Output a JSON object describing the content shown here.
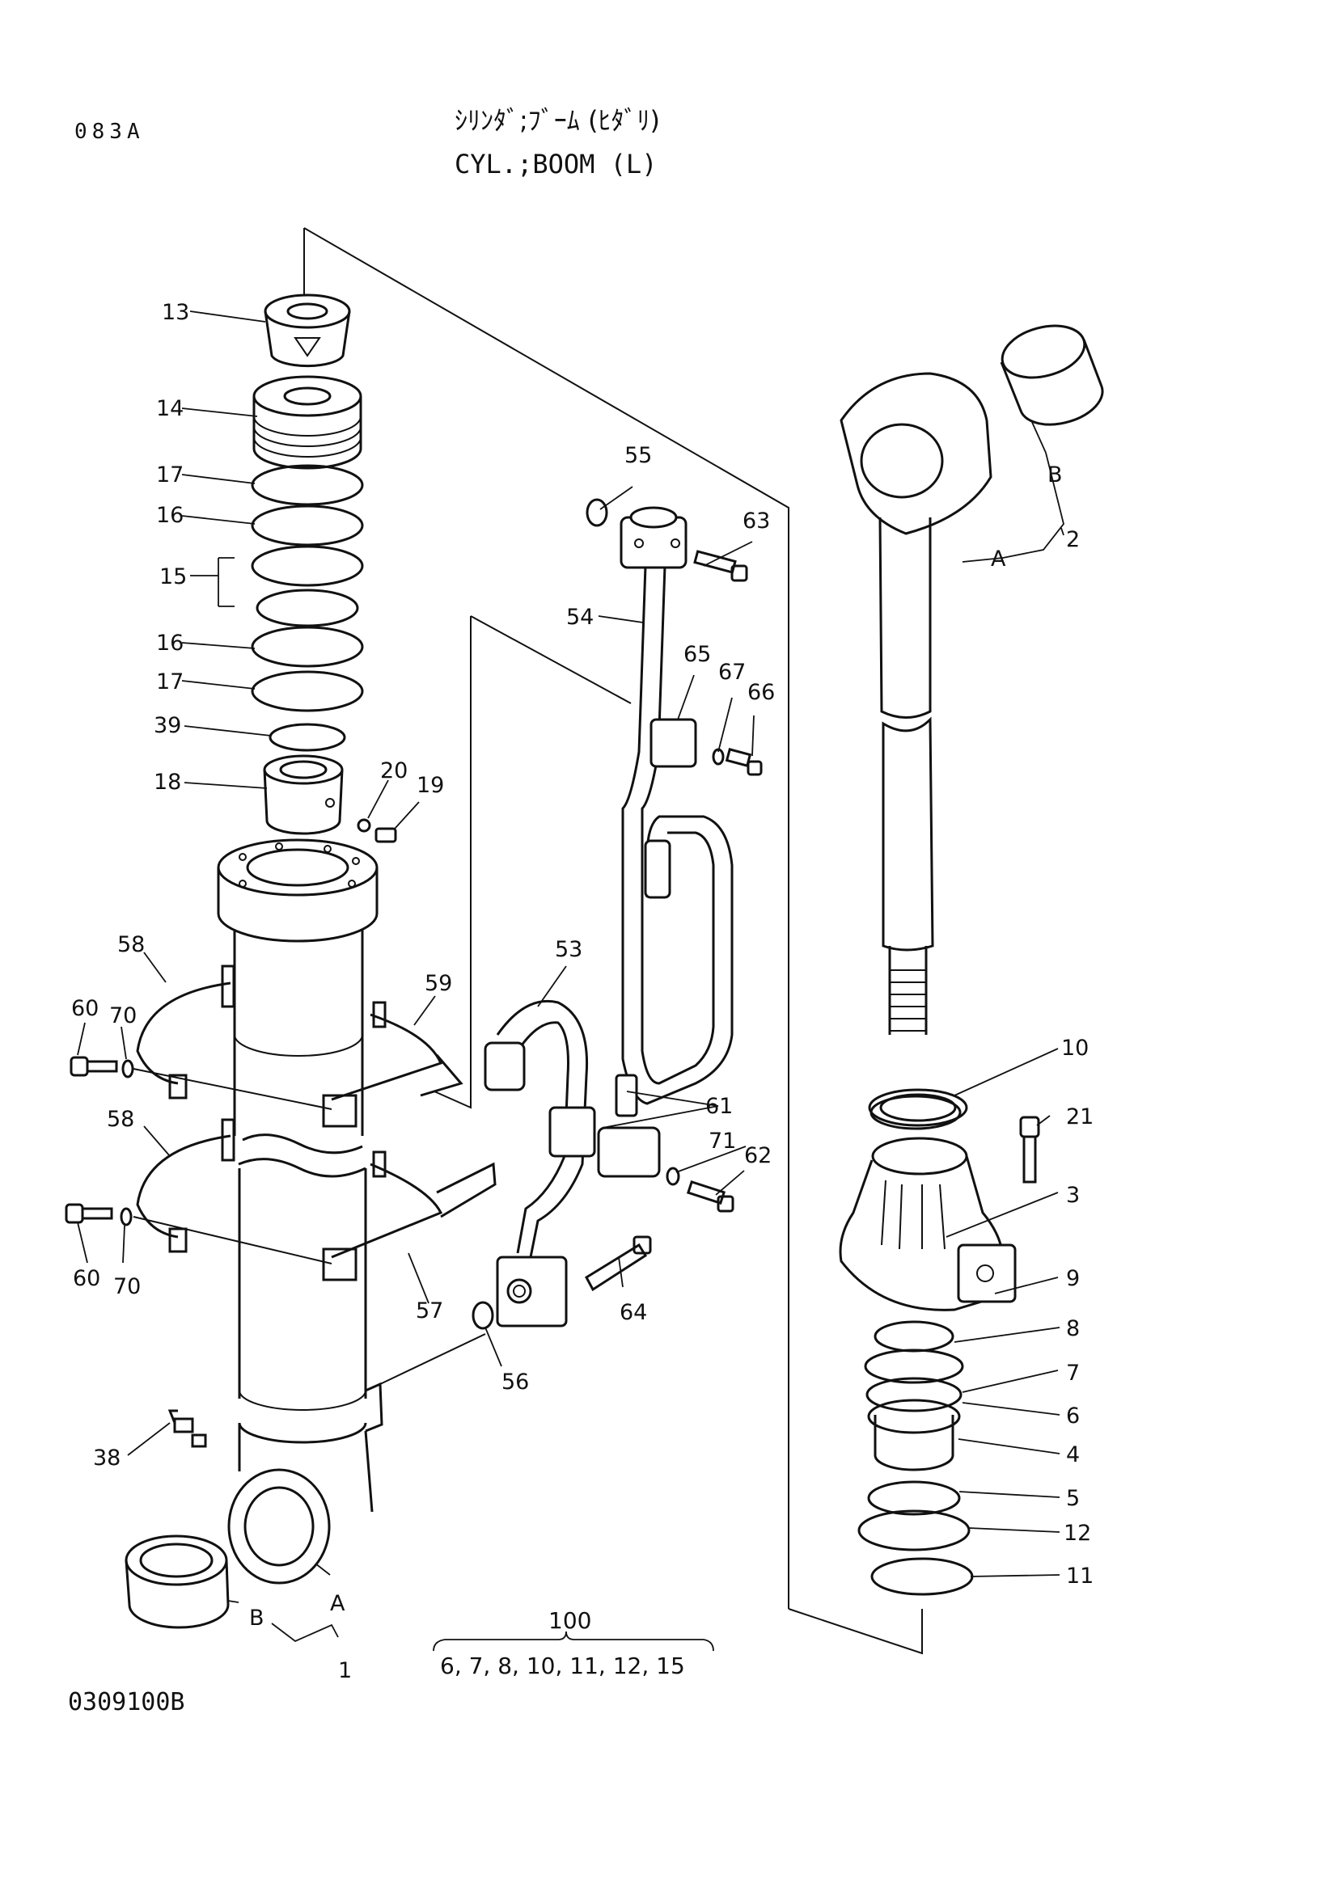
{
  "header": {
    "page_code": "083A",
    "title_jp": "ｼﾘﾝﾀﾞ;ﾌﾞｰﾑ (ﾋﾀﾞﾘ)",
    "title_en": "CYL.;BOOM (L)"
  },
  "footer": {
    "drawing_number": "0309100B"
  },
  "kit": {
    "number": "100",
    "contents": "6, 7, 8, 10, 11, 12, 15"
  },
  "callouts": {
    "p13": "13",
    "p14": "14",
    "p17a": "17",
    "p16a": "16",
    "p15": "15",
    "p16b": "16",
    "p17b": "17",
    "p39": "39",
    "p18": "18",
    "p20": "20",
    "p19": "19",
    "p58a": "58",
    "p60a": "60",
    "p70a": "70",
    "p58b": "58",
    "p60b": "60",
    "p70b": "70",
    "p59": "59",
    "p57": "57",
    "p38": "38",
    "pA_left": "A",
    "pB_left": "B",
    "p1": "1",
    "p55": "55",
    "p63": "63",
    "p54": "54",
    "p65": "65",
    "p67": "67",
    "p66": "66",
    "p53": "53",
    "p61": "61",
    "p71": "71",
    "p62": "62",
    "p64": "64",
    "p56": "56",
    "pB_right": "B",
    "p2": "2",
    "pA_right": "A",
    "p10": "10",
    "p21": "21",
    "p3": "3",
    "p9": "9",
    "p8": "8",
    "p7": "7",
    "p6": "6",
    "p4": "4",
    "p5": "5",
    "p12": "12",
    "p11": "11"
  }
}
